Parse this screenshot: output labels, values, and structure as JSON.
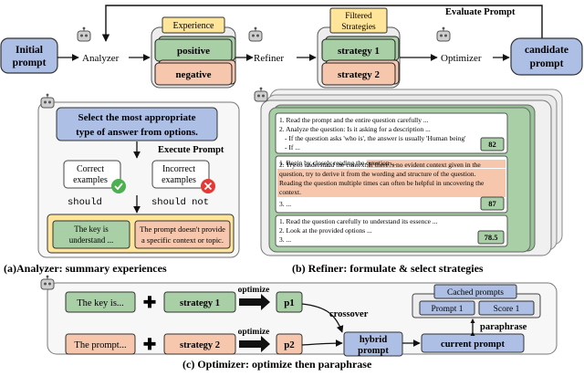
{
  "top": {
    "evaluate_prompt": "Evaluate Prompt",
    "initial_prompt_line1": "Initial",
    "initial_prompt_line2": "prompt",
    "analyzer": "Analyzer",
    "experience_title": "Experience",
    "positive": "positive",
    "negative": "negative",
    "refiner": "Refiner",
    "filtered_line1": "Filtered",
    "filtered_line2": "Strategies",
    "strategy1": "strategy 1",
    "strategy2": "strategy 2",
    "optimizer": "Optimizer",
    "candidate_line1": "candidate",
    "candidate_line2": "prompt"
  },
  "panel_a": {
    "instruction_line1": "Select the most appropriate",
    "instruction_line2": "type of answer from options.",
    "execute_prompt": "Execute Prompt",
    "correct_line1": "Correct",
    "correct_line2": "examples",
    "incorrect_line1": "Incorrect",
    "incorrect_line2": "examples",
    "should": "should",
    "should_not": "should not",
    "pos_exp_line1": "The key is",
    "pos_exp_line2": "understand ...",
    "neg_exp_line1": "The prompt doesn't provide",
    "neg_exp_line2": "a specific context or topic.",
    "caption": "(a)Analyzer: summary experiences"
  },
  "panel_b": {
    "card1": [
      "1. Read the prompt and the entire question carefully ...",
      "2. Analyze the question: Is it asking for a description ...",
      "- If the question asks 'who is', the answer is usually 'Human being'",
      "- If ..."
    ],
    "card1_score": "82",
    "card2": [
      "1. Begin by closely reading the question ...",
      "2. Try to understand the context.",
      "If there?s no evident context given in the",
      "question, try to derive it from the wording and structure of the question.",
      "Reading the question multiple times can often be helpful in uncovering the",
      "context.",
      "3. ..."
    ],
    "card2_score": "87",
    "card3": [
      "1. Read the question carefully to understand its essence ...",
      "2. Look at the provided options ...",
      "3. ..."
    ],
    "card3_score": "78.5",
    "caption": "(b) Refiner: formulate & select strategies"
  },
  "panel_c": {
    "key_is": "The key is...",
    "prompt_dots": "The prompt...",
    "strategy1": "strategy 1",
    "strategy2": "strategy 2",
    "optimize1": "optimize",
    "optimize2": "optimize",
    "p1": "p1",
    "p2": "p2",
    "crossover": "crossover",
    "hybrid_line1": "hybrid",
    "hybrid_line2": "prompt",
    "current_prompt": "current prompt",
    "cached_prompts": "Cached prompts",
    "prompt1": "Prompt 1",
    "score1": "Score 1",
    "paraphrase": "paraphrase",
    "caption": "(c) Optimizer:  optimize then paraphrase"
  },
  "colors": {
    "blue": "#aebfe6",
    "green": "#a9cfa6",
    "orange": "#f6c7ad",
    "yellow": "#ffe59a",
    "gray_panel": "#ededed"
  }
}
